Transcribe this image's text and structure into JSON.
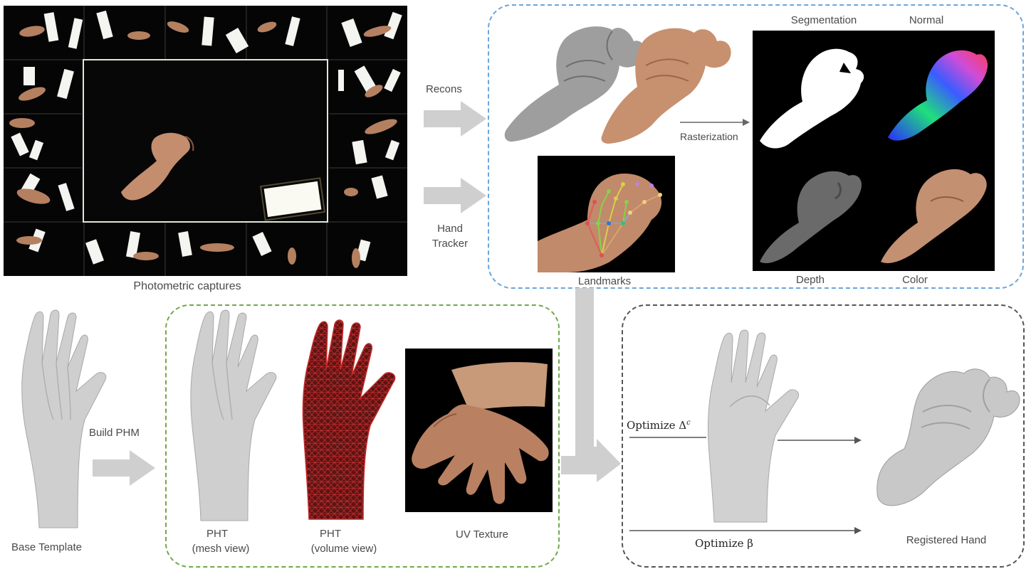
{
  "labels": {
    "photometric_captures": "Photometric captures",
    "recons": "Recons",
    "hand_tracker_line1": "Hand",
    "hand_tracker_line2": "Tracker",
    "rasterization": "Rasterization",
    "segmentation": "Segmentation",
    "normal": "Normal",
    "depth": "Depth",
    "color": "Color",
    "landmarks": "Landmarks",
    "base_template": "Base Template",
    "build_phm": "Build PHM",
    "pht_mesh_line1": "PHT",
    "pht_mesh_line2": "(mesh view)",
    "pht_volume_line1": "PHT",
    "pht_volume_line2": "(volume view)",
    "uv_texture": "UV Texture",
    "optimize_delta": "Optimize Δ",
    "optimize_delta_sup": "c",
    "optimize_beta": "Optimize β",
    "registered_hand": "Registered Hand"
  },
  "colors": {
    "recon_box": "#6aa6db",
    "pht_box": "#6fa84a",
    "opt_box": "#555555",
    "flow_arrow": "#cfcfcf",
    "skin": "#c8906e",
    "mesh_gray": "#b9b9b9",
    "volume_red": "#c42a2a"
  },
  "icons": {
    "flow_arrow": "wide-gray-arrow-right",
    "thin_arrow": "thin-arrow-right"
  }
}
